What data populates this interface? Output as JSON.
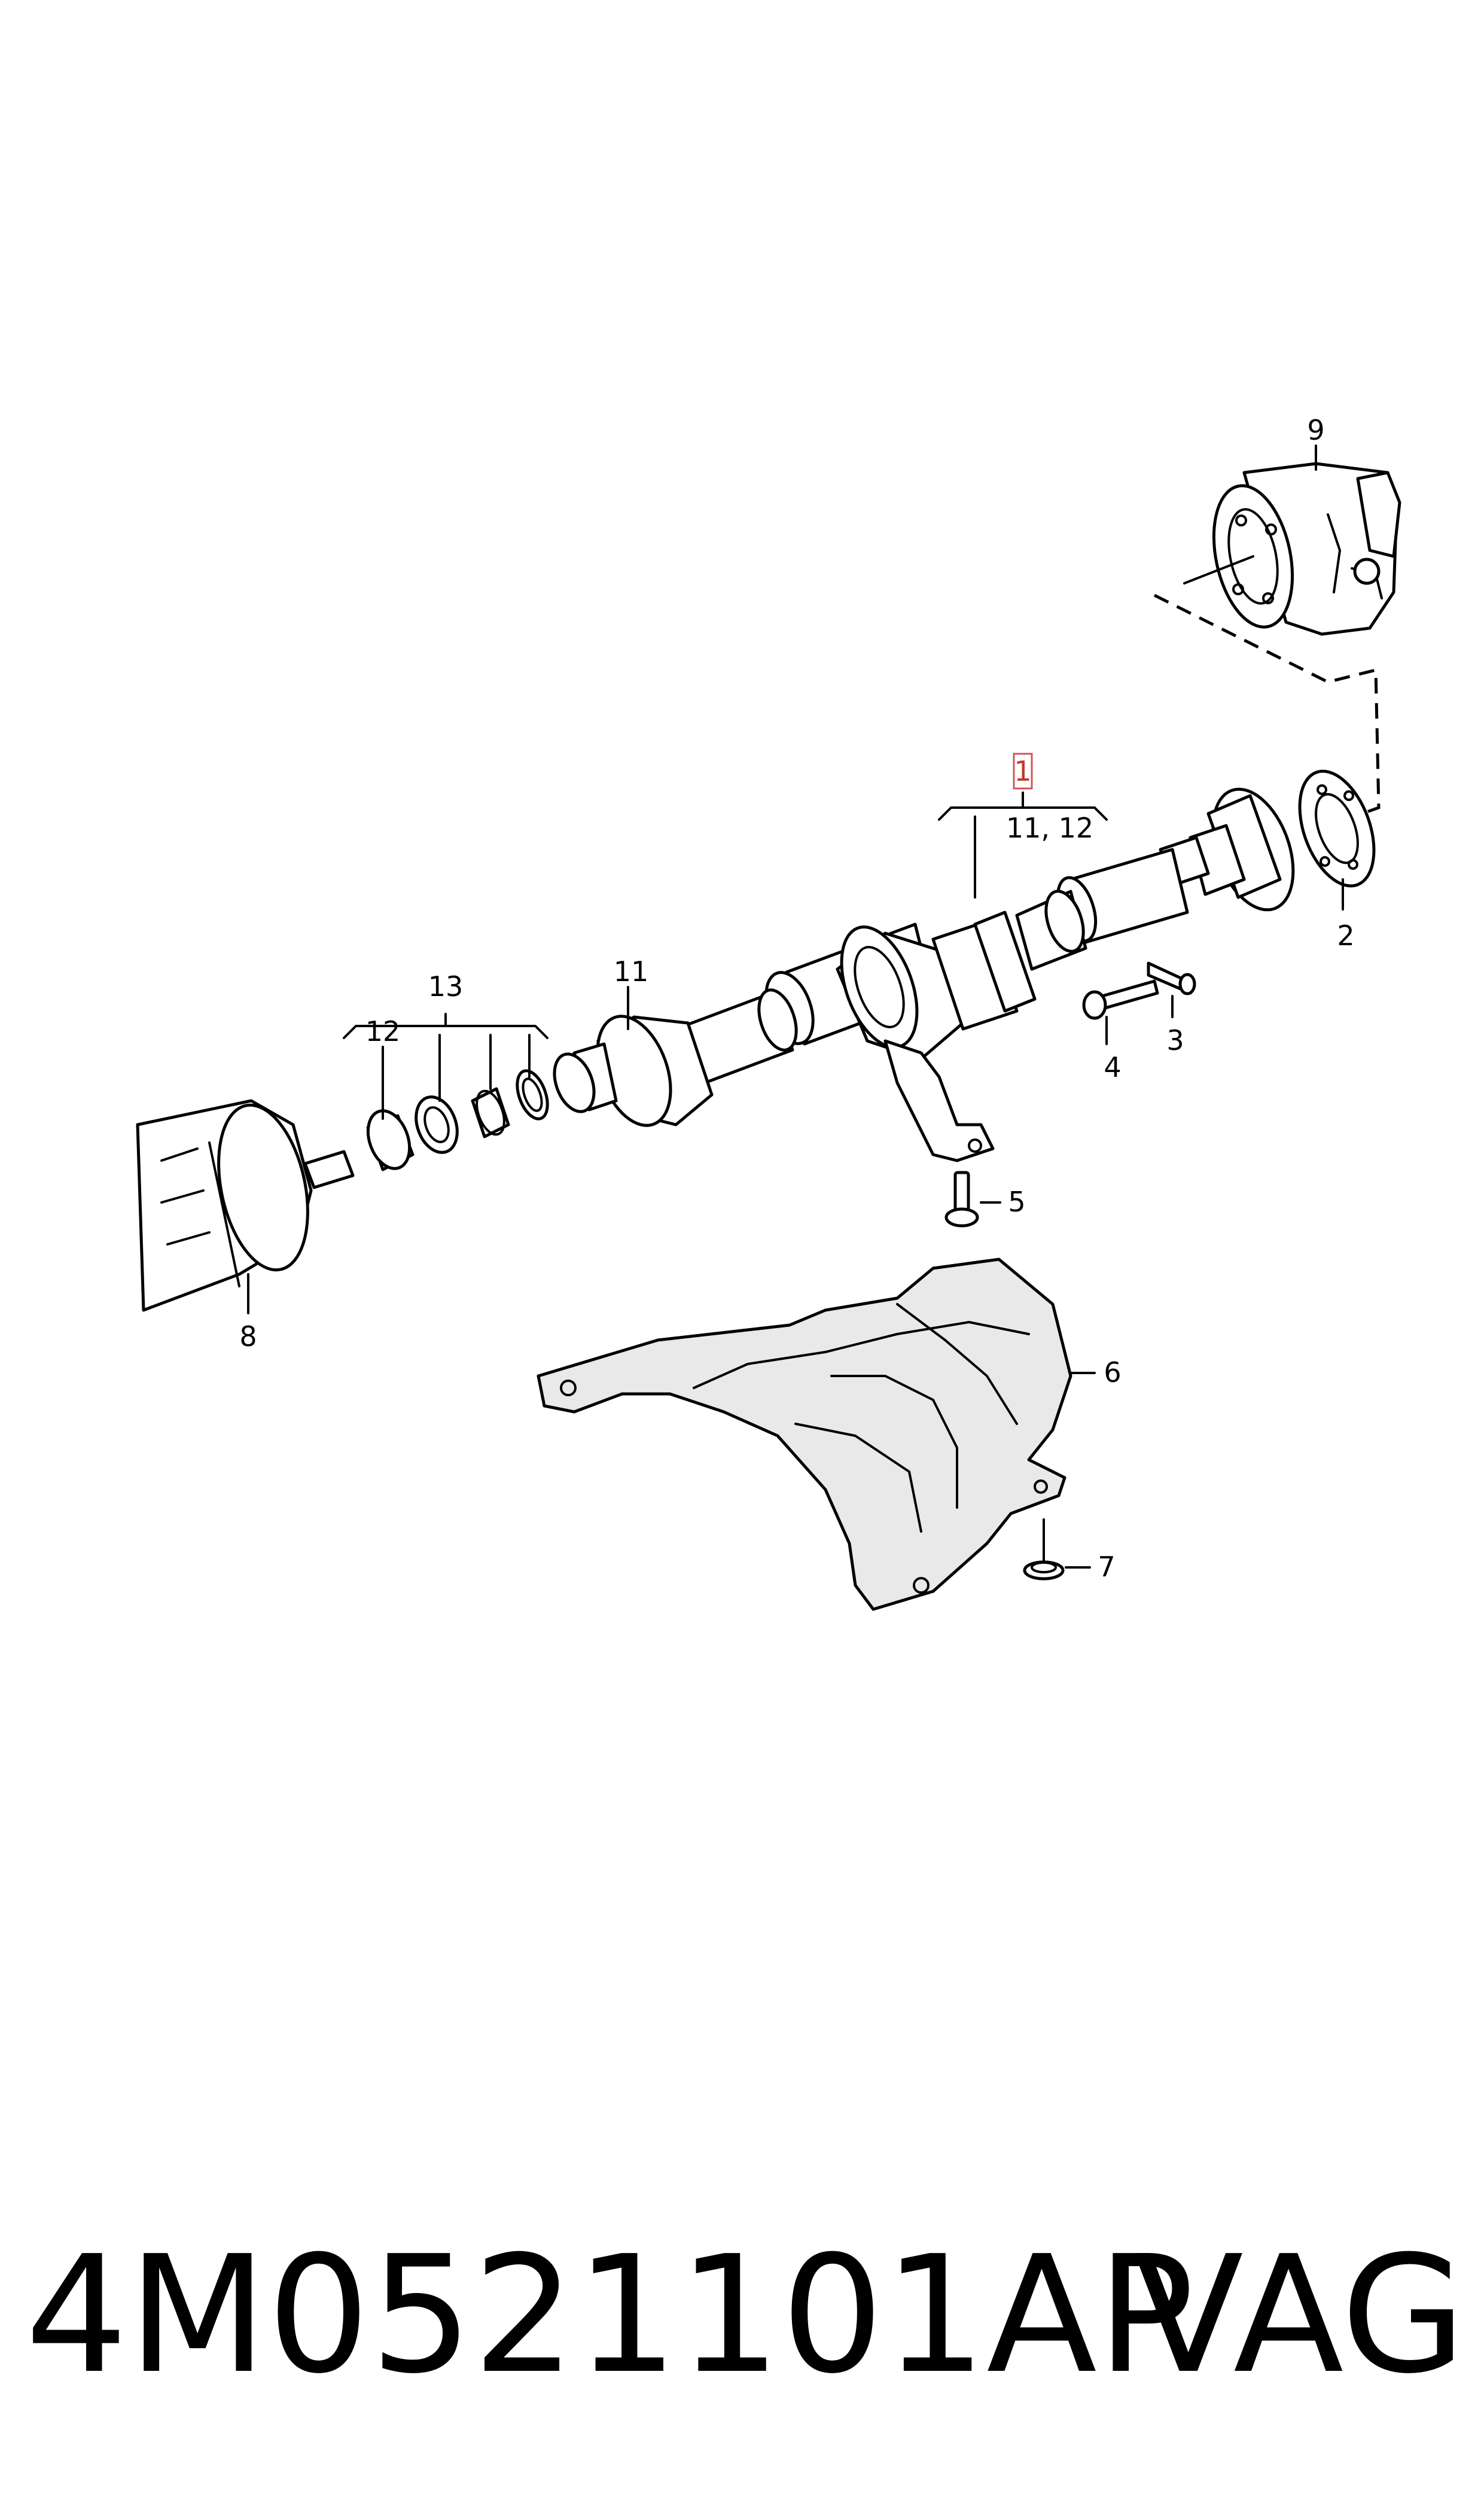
{
  "diagram": {
    "callouts": {
      "c1": "1",
      "c11_12": "11, 12",
      "c2": "2",
      "c3": "3",
      "c4": "4",
      "c5": "5",
      "c6": "6",
      "c7": "7",
      "c8": "8",
      "c9": "9",
      "c11": "11",
      "c12": "12",
      "c13": "13"
    }
  },
  "footer": {
    "part_number": "4M0521101AP",
    "brand": "VAG"
  }
}
